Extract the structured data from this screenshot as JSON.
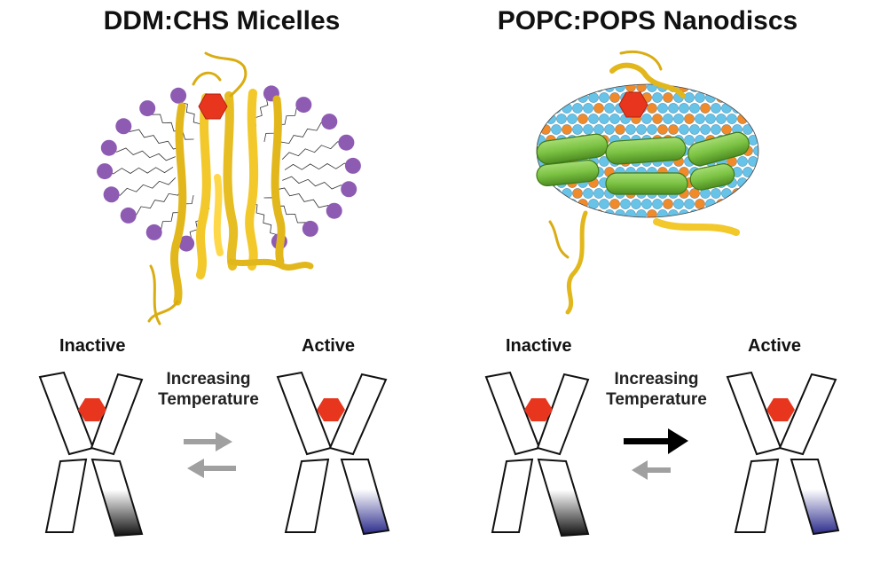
{
  "panels": {
    "left": {
      "title": "DDM:CHS Micelles",
      "inactive_label": "Inactive",
      "active_label": "Active",
      "transition_line1": "Increasing",
      "transition_line2": "Temperature"
    },
    "right": {
      "title": "POPC:POPS Nanodiscs",
      "inactive_label": "Inactive",
      "active_label": "Active",
      "transition_line1": "Increasing",
      "transition_line2": "Temperature"
    }
  },
  "colors": {
    "protein_helix": "#f2c82a",
    "protein_outline": "#8a6a00",
    "ligand": "#e8361e",
    "micelle_head": "#8e5bb3",
    "lipid_popc": "#68c3e8",
    "lipid_pops": "#f08a2a",
    "scaffold": "#7bc243",
    "arrow_gray": "#a0a0a0",
    "arrow_black": "#000000",
    "inactive_gradient": "#111111",
    "active_gradient": "#2b2b8c"
  },
  "icons": {
    "ligand": "hexagon",
    "transition_forward": "arrow-right",
    "transition_reverse": "arrow-left"
  }
}
